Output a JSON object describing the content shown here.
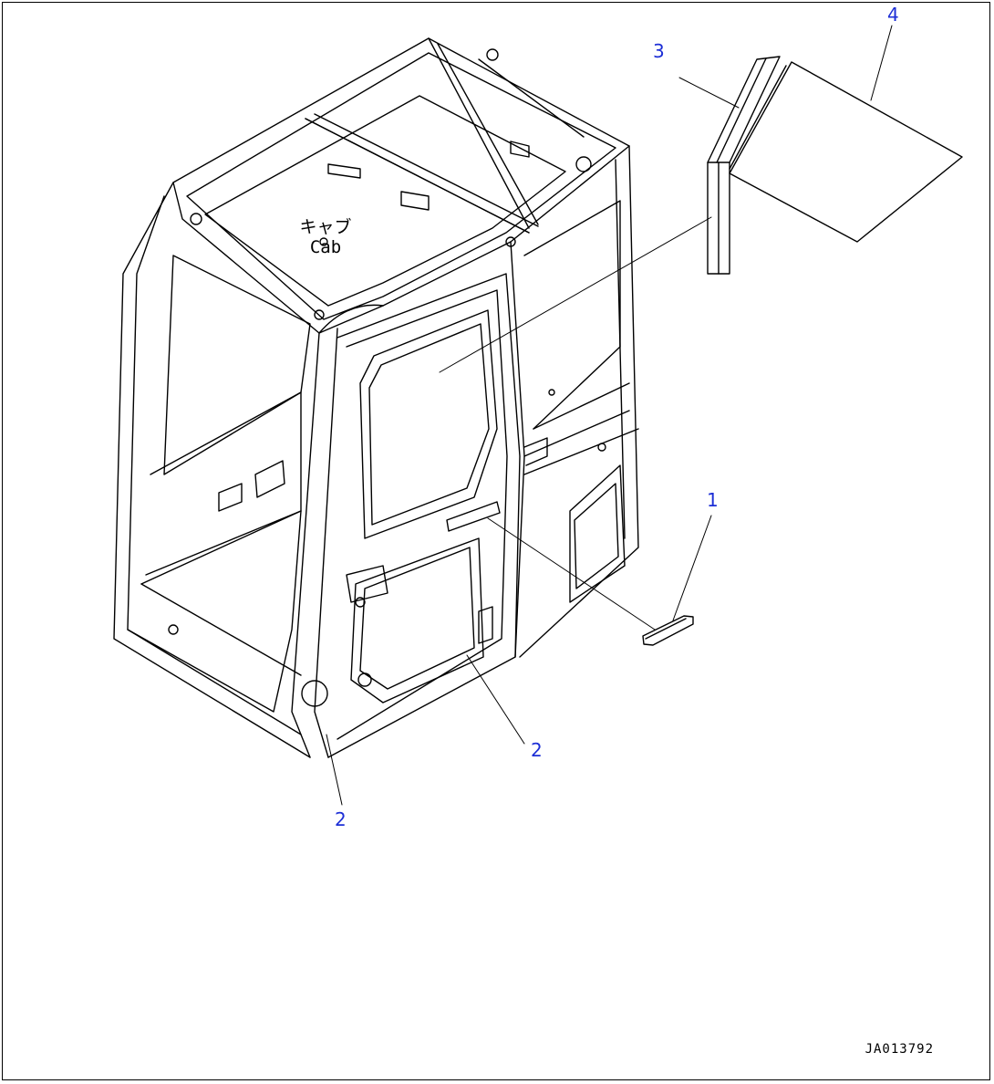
{
  "diagram": {
    "cab_label_jp": "キャブ",
    "cab_label_en": "Cab",
    "drawing_id": "JA013792",
    "callouts": [
      "1",
      "2",
      "2",
      "3",
      "4"
    ]
  }
}
